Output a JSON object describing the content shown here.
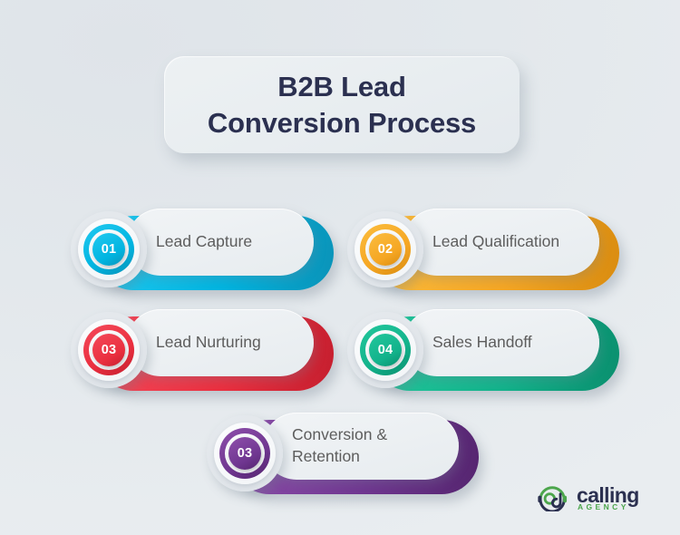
{
  "background": {
    "color_from": "#dfe4e9",
    "color_to": "#e9edf0"
  },
  "header": {
    "title": "B2B Lead\nConversion Process",
    "title_color": "#2b3050",
    "card_color": "#edf1f3"
  },
  "steps": [
    {
      "number": "01",
      "label": "Lead Capture",
      "accent": "#00b4e0",
      "accent_light": "#22c9f0",
      "accent_dark": "#0b93b8"
    },
    {
      "number": "02",
      "label": "Lead Qualification",
      "accent": "#f5a623",
      "accent_light": "#fbbd3e",
      "accent_dark": "#d98c10"
    },
    {
      "number": "03",
      "label": "Lead Nurturing",
      "accent": "#ea2f3f",
      "accent_light": "#f4495a",
      "accent_dark": "#c51f2f"
    },
    {
      "number": "04",
      "label": "Sales Handoff",
      "accent": "#13b28b",
      "accent_light": "#22c79c",
      "accent_dark": "#0a8f6e"
    },
    {
      "number": "03",
      "label": "Conversion &\nRetention",
      "accent": "#6f3690",
      "accent_light": "#8e4fab",
      "accent_dark": "#55256f"
    }
  ],
  "logo": {
    "name": "calling",
    "tagline": "AGENCY",
    "name_color": "#2b3050",
    "tagline_color": "#4ca64c",
    "mark_green": "#4ca64c",
    "mark_navy": "#2b3050"
  }
}
